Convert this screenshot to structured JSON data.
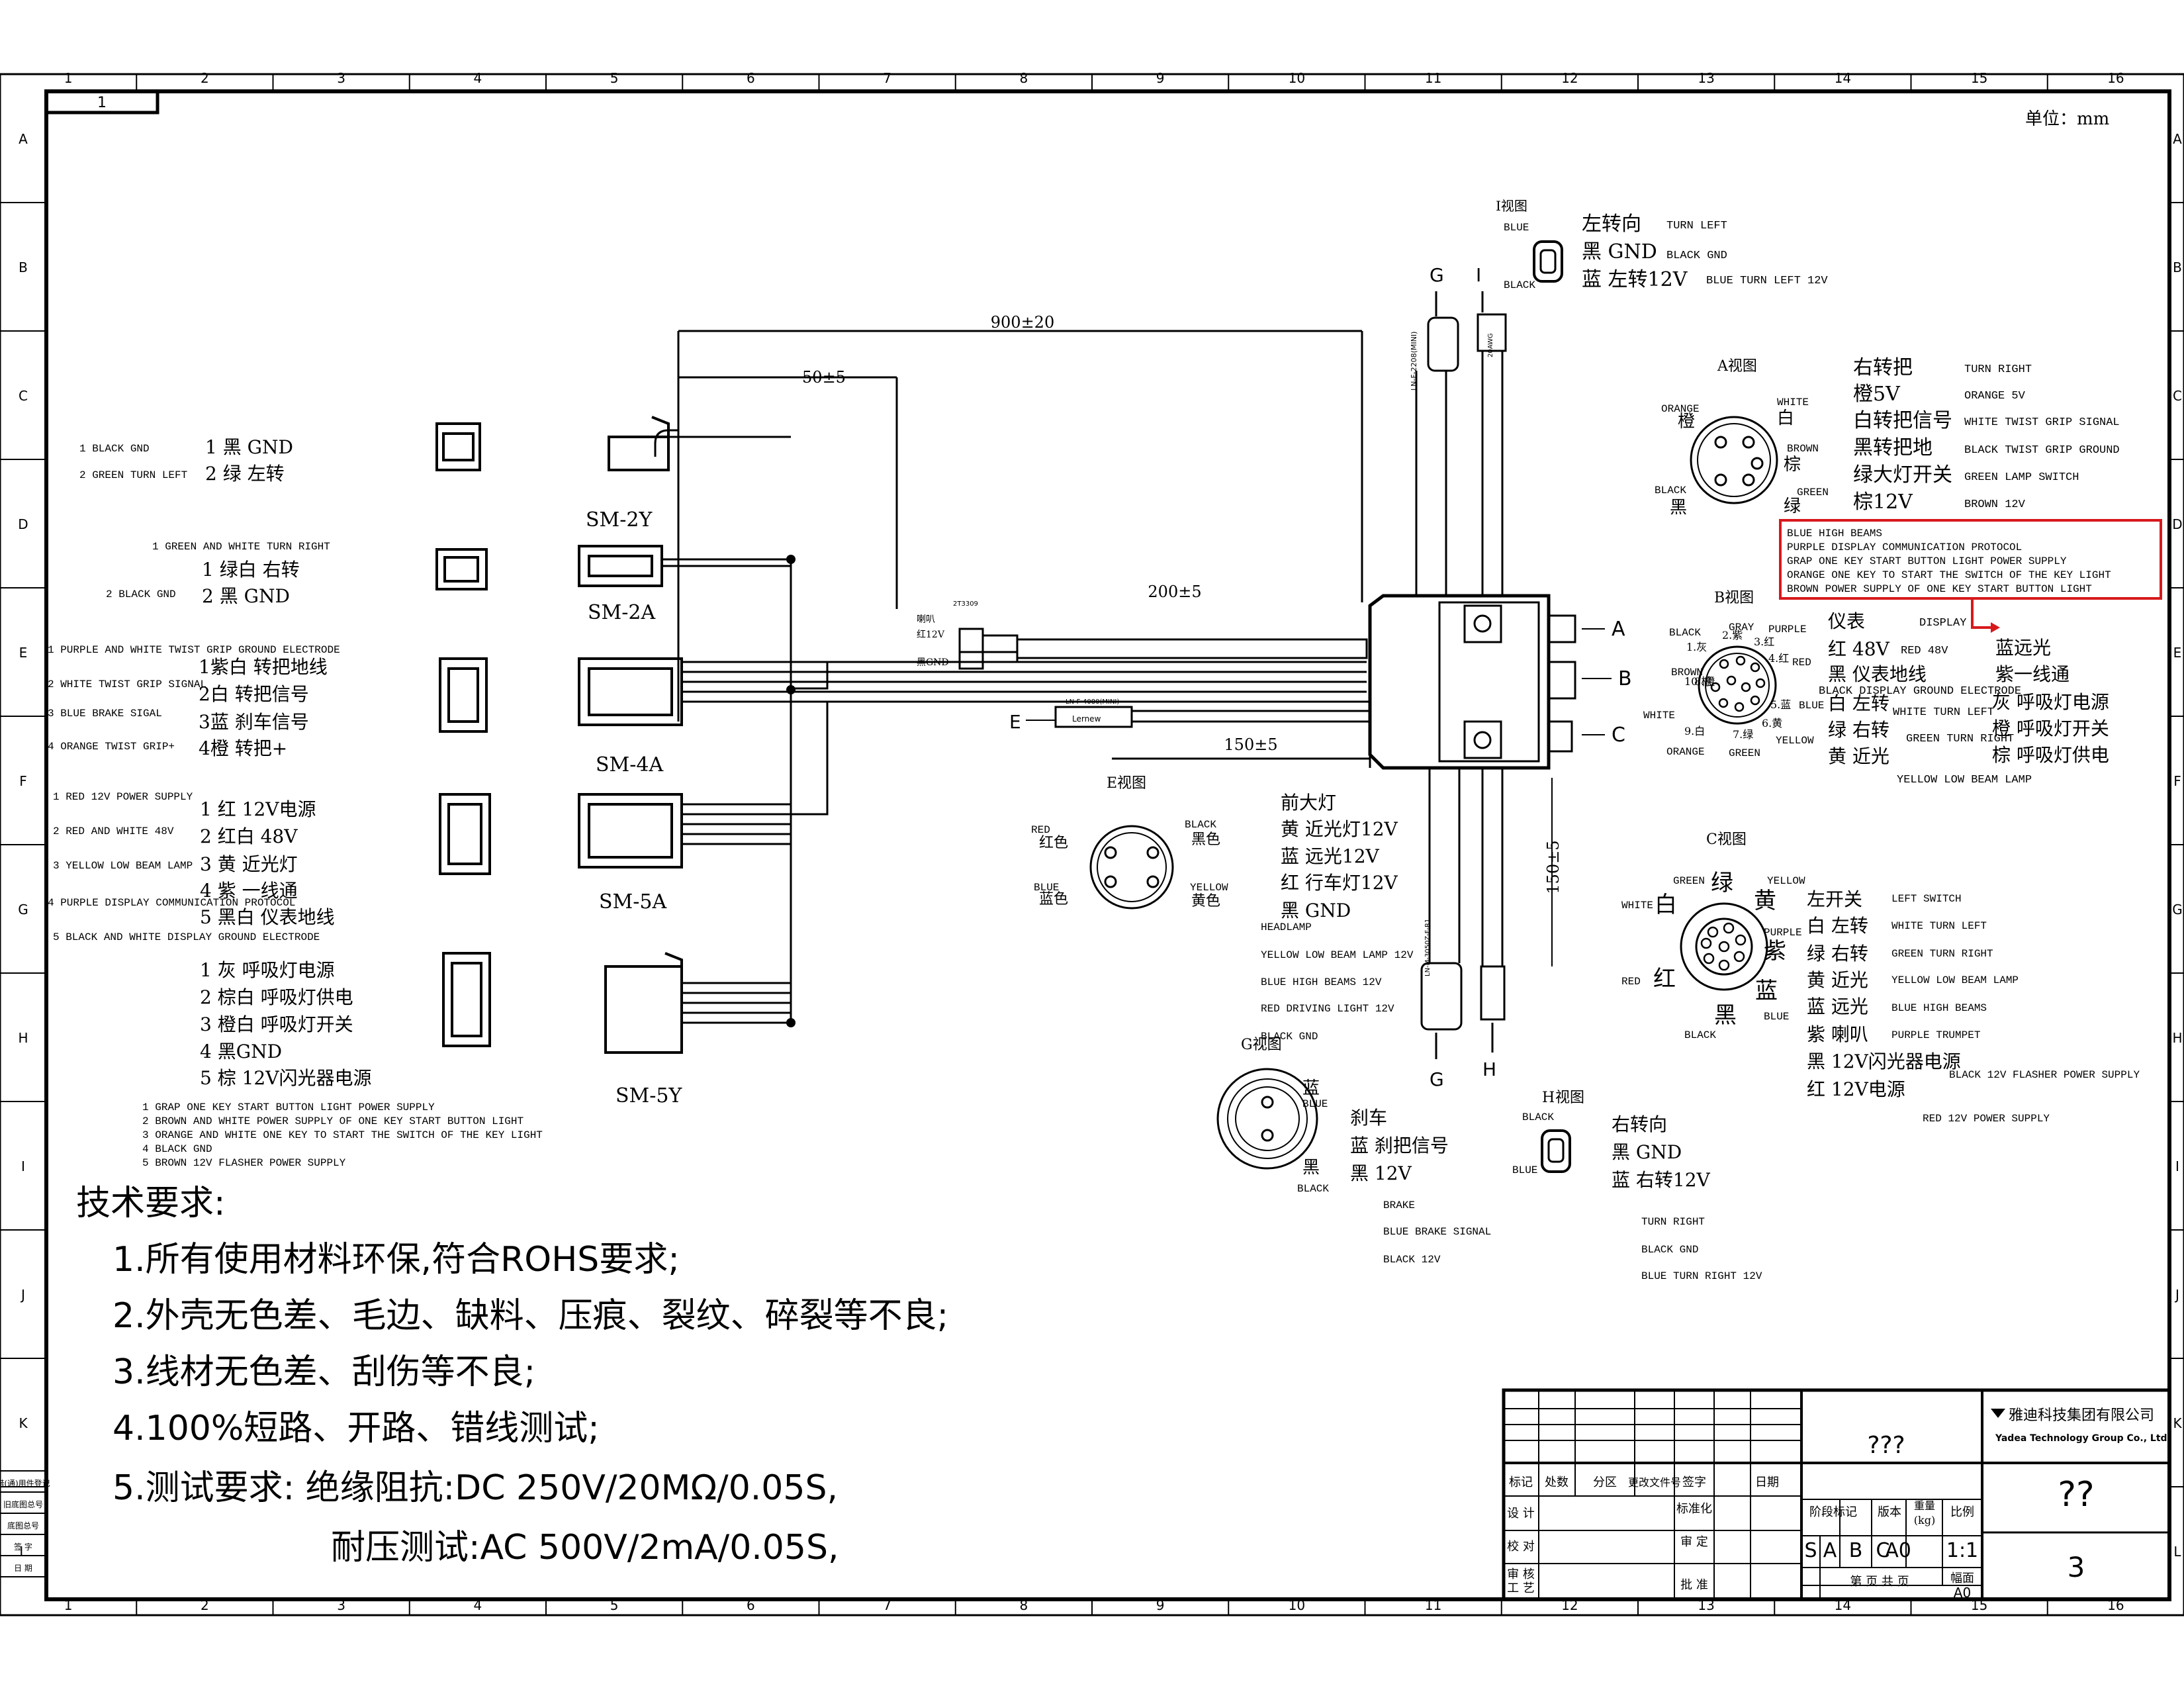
{
  "frame": {
    "cols": [
      "1",
      "2",
      "3",
      "4",
      "5",
      "6",
      "7",
      "8",
      "9",
      "10",
      "11",
      "12",
      "13",
      "14",
      "15",
      "16"
    ],
    "rows": [
      "A",
      "B",
      "C",
      "D",
      "E",
      "F",
      "G",
      "H",
      "I",
      "J",
      "K",
      "L"
    ],
    "sheet_tab": "1",
    "unit": "单位：mm",
    "left_strip": [
      "借(通)用件登记",
      "旧底图总号",
      "底图总号",
      "签  字",
      "日  期"
    ]
  },
  "dims": {
    "d900": "900±20",
    "d50": "50±5",
    "d200": "200±5",
    "d150h": "150±5",
    "d150v": "150±5"
  },
  "connectors": {
    "sm2y": {
      "name": "SM-2Y",
      "en": [
        "1 BLACK GND",
        "2 GREEN TURN LEFT"
      ],
      "cn": [
        "1 黑 GND",
        "2 绿 左转"
      ]
    },
    "sm2a": {
      "name": "SM-2A",
      "en": [
        "1 GREEN AND WHITE  TURN RIGHT",
        "2 BLACK GND"
      ],
      "cn": [
        "1 绿白 右转",
        "2 黑 GND"
      ]
    },
    "sm4a": {
      "name": "SM-4A",
      "en": [
        "1 PURPLE AND WHITE   TWIST GRIP GROUND ELECTRODE",
        "2 WHITE   TWIST GRIP SIGNAL",
        "3 BLUE   BRAKE SIGAL",
        "4 ORANGE   TWIST GRIP+"
      ],
      "cn": [
        "1紫白 转把地线",
        "2白 转把信号",
        "3蓝 刹车信号",
        "4橙 转把+"
      ]
    },
    "sm5a": {
      "name": "SM-5A",
      "en": [
        "1 RED  12V POWER SUPPLY",
        "2 RED AND WHITE  48V",
        "3 YELLOW  LOW BEAM LAMP",
        "4 PURPLE  DISPLAY COMMUNICATION PROTOCOL",
        "5 BLACK AND WHITE  DISPLAY GROUND ELECTRODE"
      ],
      "cn": [
        "1 红 12V电源",
        "2 红白 48V",
        "3 黄 近光灯",
        "4 紫 一线通",
        "5 黑白 仪表地线"
      ]
    },
    "sm5y": {
      "name": "SM-5Y",
      "en": [
        "1 GRAP  ONE KEY START BUTTON LIGHT POWER SUPPLY",
        "2 BROWN AND WHITE  POWER SUPPLY OF ONE KEY START BUTTON LIGHT",
        "3 ORANGE AND WHITE  ONE KEY TO START THE SWITCH OF THE KEY LIGHT",
        "4 BLACK  GND",
        "5 BROWN  12V FLASHER POWER SUPPLY"
      ],
      "cn": [
        "1 灰 呼吸灯电源",
        "2 棕白 呼吸灯供电",
        "3 橙白 呼吸灯开关",
        "4 黑GND",
        "5 棕 12V闪光器电源"
      ]
    },
    "horn": {
      "lines": [
        "喇叭",
        "红12V",
        "黑GND"
      ],
      "part": "2T3309"
    }
  },
  "labels": {
    "A": "A",
    "B": "B",
    "C": "C",
    "E": "E",
    "G": "G",
    "H": "H",
    "I": "I",
    "lernew": "Lernew",
    "part1": "LN-F-2208(MINI)",
    "part2": "LN-F-4080(MINI)",
    "part3": "LN-M-3050Z-F-R1",
    "awg": "20AWG"
  },
  "view_i": {
    "title": "I视图",
    "blue": "BLUE",
    "black": "BLACK",
    "cn": [
      "左转向",
      "黑 GND",
      "蓝 左转12V"
    ],
    "en": [
      "TURN LEFT",
      "BLACK GND",
      "BLUE  TURN LEFT 12V"
    ]
  },
  "view_a": {
    "title": "A视图",
    "pins": [
      "ORANGE",
      "橙",
      "WHITE",
      "白",
      "BROWN",
      "棕",
      "BLACK",
      "黑",
      "GREEN",
      "绿"
    ],
    "cn": [
      "右转把",
      "橙5V",
      "白转把信号",
      "黑转把地",
      "绿大灯开关",
      "棕12V"
    ],
    "en": [
      "TURN RIGHT",
      "ORANGE  5V",
      "WHITE  TWIST GRIP SIGNAL",
      "BLACK  TWIST GRIP GROUND",
      "GREEN   LAMP SWITCH",
      "BROWN   12V"
    ]
  },
  "note_box": [
    "BLUE  HIGH BEAMS",
    "PURPLE  DISPLAY COMMUNICATION PROTOCOL",
    "GRAP  ONE KEY START BUTTON LIGHT POWER SUPPLY",
    "ORANGE  ONE KEY TO START THE SWITCH OF THE KEY LIGHT",
    "BROWN  POWER SUPPLY OF ONE KEY START BUTTON LIGHT"
  ],
  "view_b": {
    "title": "B视图",
    "colors": [
      "BLACK",
      "GRAY",
      "PURPLE",
      "RED",
      "BROWN",
      "BLUE",
      "WHITE",
      "YELLOW",
      "ORANGE",
      "GREEN"
    ],
    "nums": [
      "1.灰",
      "2.紫",
      "3.红",
      "4.红",
      "5.蓝",
      "6.黄",
      "7.绿",
      "8.橙",
      "9.白",
      "10.棕"
    ],
    "cn": [
      "仪表",
      "红 48V",
      "黑 仪表地线",
      "白 左转",
      "绿 右转",
      "黄 近光"
    ],
    "en": [
      "DISPLAY",
      "RED  48V",
      "BLACK DISPLAY GROUND ELECTRODE",
      "WHITE  TURN LEFT",
      "GREEN  TURN RIGHT",
      "YELLOW  LOW BEAM LAMP"
    ],
    "right_cn": [
      "蓝远光",
      "紫一线通",
      "灰 呼吸灯电源",
      "橙 呼吸灯开关",
      "棕 呼吸灯供电"
    ]
  },
  "view_e": {
    "title": "E视图",
    "pins": [
      "RED",
      "红色",
      "BLACK",
      "黑色",
      "BLUE",
      "蓝色",
      "YELLOW",
      "黄色"
    ],
    "cn": [
      "前大灯",
      "黄 近光灯12V",
      "蓝 远光12V",
      "红 行车灯12V",
      "黑 GND"
    ],
    "en": [
      "HEADLAMP",
      "YELLOW  LOW BEAM LAMP 12V",
      "BLUE  HIGH BEAMS 12V",
      "RED  DRIVING LIGHT 12V",
      "BLACK  GND"
    ]
  },
  "view_c": {
    "title": "C视图",
    "pins": [
      "GREEN",
      "绿",
      "YELLOW",
      "黄",
      "WHITE",
      "白",
      "PURPLE",
      "紫",
      "RED",
      "红",
      "BLACK",
      "黑",
      "BLUE",
      "蓝"
    ],
    "cn": [
      "左开关",
      "白 左转",
      "绿 右转",
      "黄 近光",
      "蓝 远光",
      "紫 喇叭",
      "黑 12V闪光器电源",
      "红 12V电源"
    ],
    "en": [
      "LEFT SWITCH",
      "WHITE  TURN LEFT",
      "GREEN  TURN RIGHT",
      "YELLOW  LOW BEAM LAMP",
      "BLUE  HIGH BEAMS",
      "PURPLE  TRUMPET",
      "BLACK  12V FLASHER POWER SUPPLY",
      "RED  12V POWER SUPPLY"
    ]
  },
  "view_g": {
    "title": "G视图",
    "pins": [
      "蓝",
      "BLUE",
      "黑",
      "BLACK"
    ],
    "cn": [
      "刹车",
      "蓝 刹把信号",
      "黑 12V"
    ],
    "en": [
      "BRAKE",
      "BLUE BRAKE SIGNAL",
      "BLACK 12V"
    ]
  },
  "view_h": {
    "title": "H视图",
    "blue": "BLUE",
    "black": "BLACK",
    "cn": [
      "右转向",
      "黑 GND",
      "蓝 右转12V"
    ],
    "en": [
      "TURN RIGHT",
      "BLACK GND",
      "BLUE TURN RIGHT 12V"
    ]
  },
  "tech": {
    "title": "技术要求:",
    "items": [
      "1.所有使用材料环保,符合ROHS要求;",
      "2.外壳无色差、毛边、缺料、压痕、裂纹、碎裂等不良;",
      "3.线材无色差、刮伤等不良;",
      "4.100%短路、开路、错线测试;",
      "5.测试要求: 绝缘阻抗:DC  250V/20MΩ/0.05S,"
    ],
    "item6": "耐压测试:AC  500V/2mA/0.05S,"
  },
  "title_block": {
    "company_cn": "雅迪科技集团有限公司",
    "company_en": "Yadea Technology Group Co., Ltd",
    "name": "???",
    "code": "??",
    "row_hdr": [
      "标记",
      "处数",
      "分区",
      "更改文件号",
      "签字",
      "日期"
    ],
    "roles": [
      "设  计",
      "校  对",
      "审  核",
      "工  艺"
    ],
    "std": [
      "标准化",
      "审  定",
      "批  准"
    ],
    "stage": "阶段标记",
    "version": "版本",
    "weight": "重量",
    "kg": "(kg)",
    "ratio": "比例",
    "stage_marks": [
      "S",
      "A",
      "B",
      "C"
    ],
    "ver": "A0",
    "scale": "1:1",
    "sheet": "3",
    "page": "第  页 共  页",
    "size_lbl": "幅面",
    "size": "A0"
  }
}
